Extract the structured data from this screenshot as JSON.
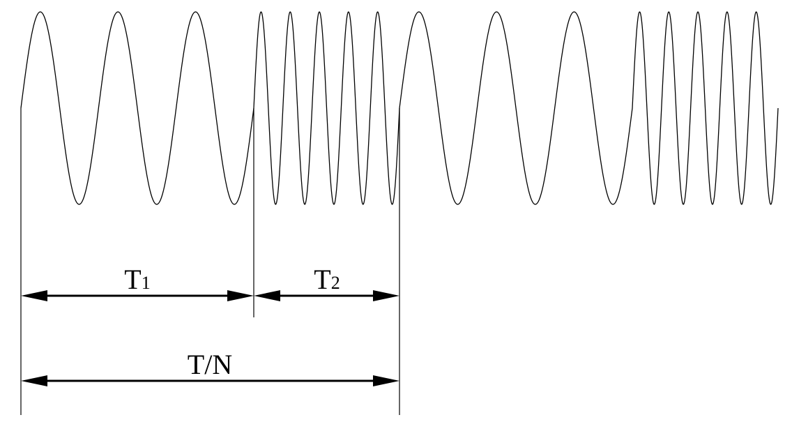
{
  "labels": {
    "t1": {
      "main": "T",
      "sub": "1"
    },
    "t2": {
      "main": "T",
      "sub": "2"
    },
    "total": "T/N"
  },
  "signal": {
    "segments": [
      {
        "name": "low-frequency-burst",
        "cycles": 3
      },
      {
        "name": "high-frequency-burst",
        "cycles": 5
      },
      {
        "name": "low-frequency-burst",
        "cycles": 3
      },
      {
        "name": "high-frequency-burst",
        "cycles": 5
      }
    ]
  },
  "colors": {
    "ink": "#000000",
    "background": "#ffffff"
  }
}
